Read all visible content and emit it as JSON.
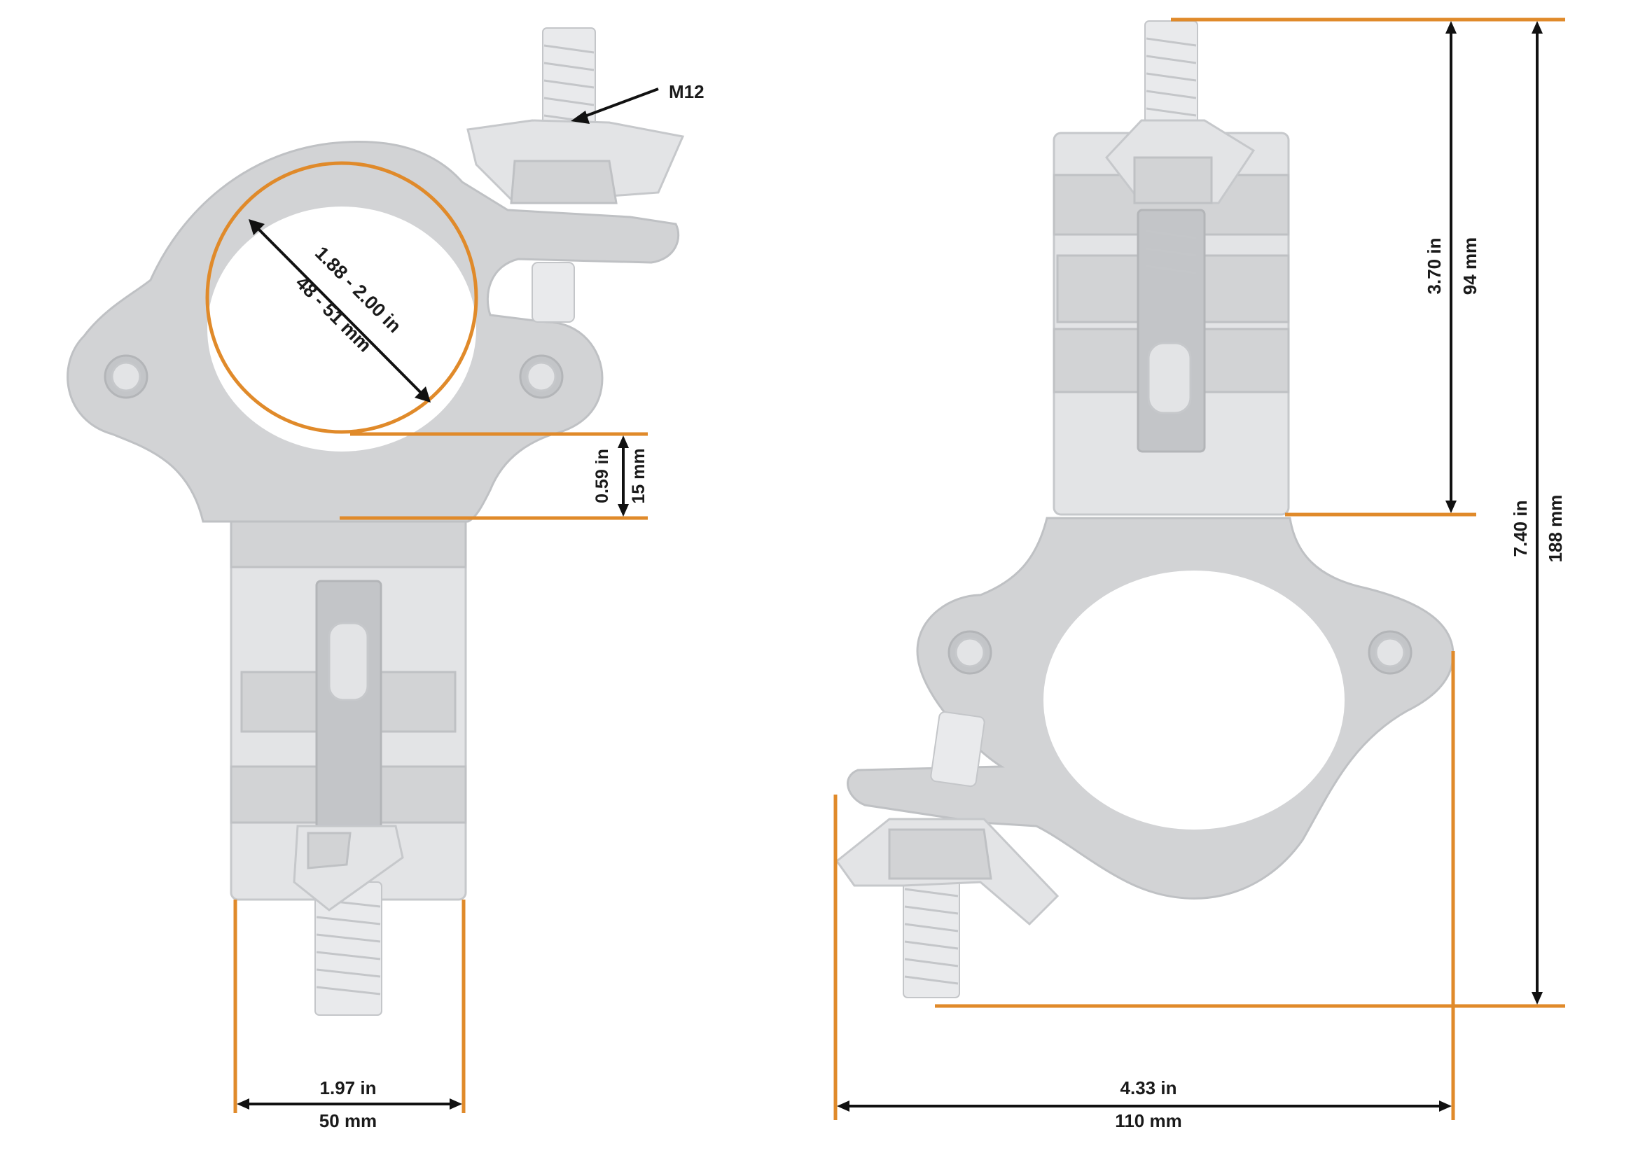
{
  "colors": {
    "dimension_line": "#e08a2a",
    "arrow": "#111111",
    "metal": "#d2d3d5"
  },
  "icons": [
    "clamp-front-view",
    "clamp-side-view",
    "bolt-m12",
    "wing-nut"
  ],
  "labels": {
    "thread_size": "M12",
    "tube_diameter_in": "1.88 - 2.00 in",
    "tube_diameter_mm": "48 - 51 mm",
    "jaw_offset_in": "0.59 in",
    "jaw_offset_mm": "15 mm",
    "body_width_in": "1.97 in",
    "body_width_mm": "50 mm",
    "upper_height_in": "3.70 in",
    "upper_height_mm": "94 mm",
    "total_height_in": "7.40 in",
    "total_height_mm": "188 mm",
    "total_width_in": "4.33 in",
    "total_width_mm": "110 mm"
  }
}
